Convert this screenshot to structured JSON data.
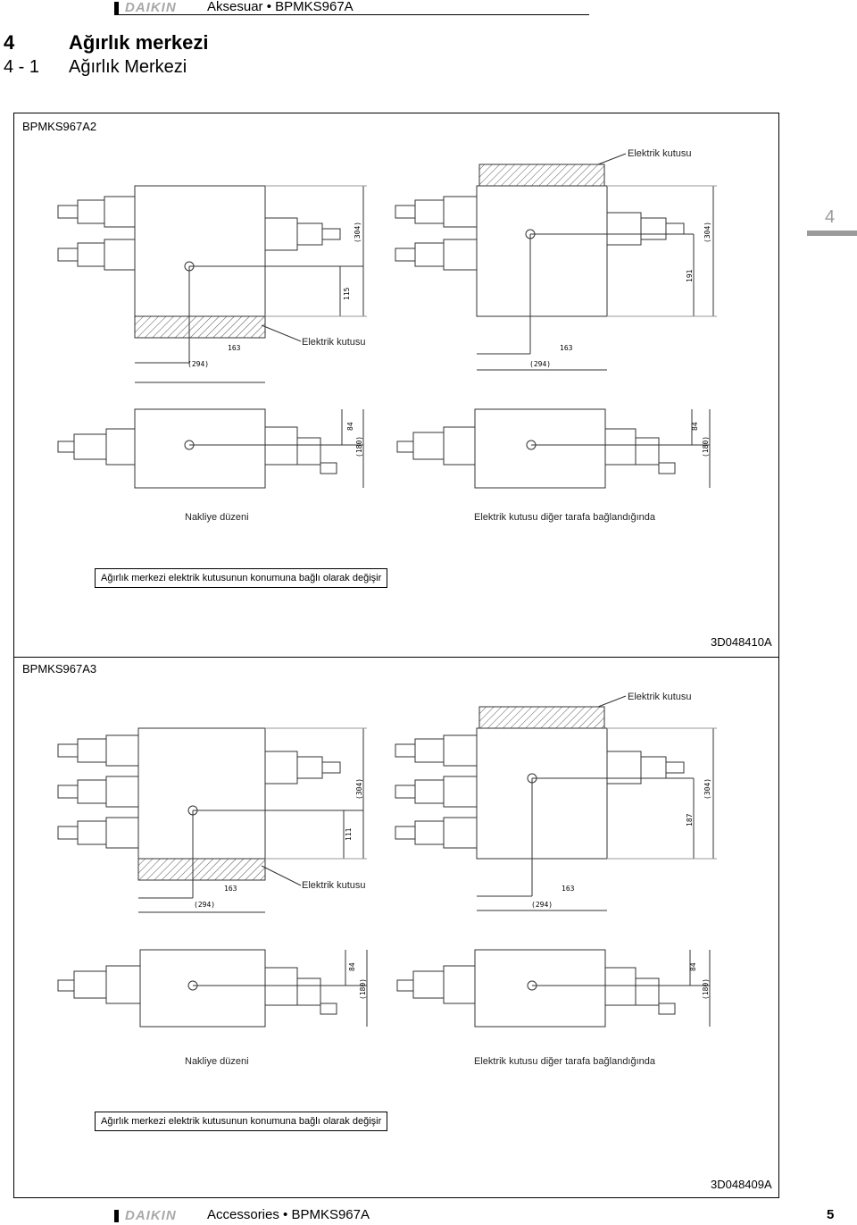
{
  "header": {
    "brand": "DAIKIN",
    "title": "Aksesuar • BPMKS967A"
  },
  "section": {
    "number": "4",
    "title": "Ağırlık merkezi",
    "sub_number": "4 - 1",
    "sub_title": "Ağırlık Merkezi"
  },
  "side_tab": {
    "chapter": "4"
  },
  "panels": [
    {
      "title": "BPMKS967A2",
      "labels": {
        "elektrik_kutusu_top": "Elektrik kutusu",
        "elektrik_kutusu_left": "Elektrik kutusu",
        "nakliye": "Nakliye düzeni",
        "other_side": "Elektrik kutusu diğer tarafa bağlandığında",
        "note": "Ağırlık merkezi elektrik kutusunun konumuna bağlı olarak değişir"
      },
      "dims": {
        "left_w_inner": "163",
        "left_w_outer": "(294)",
        "left_h_outer": "(304)",
        "left_h_inner": "115",
        "right_w_inner": "163",
        "right_w_outer": "(294)",
        "right_h_outer": "(304)",
        "right_h_inner": "191",
        "side_left_a": "84",
        "side_left_b": "(180)",
        "side_right_a": "84",
        "side_right_b": "(180)"
      },
      "code": "3D048410A"
    },
    {
      "title": "BPMKS967A3",
      "labels": {
        "elektrik_kutusu_top": "Elektrik kutusu",
        "elektrik_kutusu_left": "Elektrik kutusu",
        "nakliye": "Nakliye düzeni",
        "other_side": "Elektrik kutusu diğer tarafa bağlandığında",
        "note": "Ağırlık merkezi elektrik kutusunun konumuna bağlı olarak değişir"
      },
      "dims": {
        "left_w_inner": "163",
        "left_w_outer": "(294)",
        "left_h_outer": "(304)",
        "left_h_inner": "111",
        "right_w_inner": "163",
        "right_w_outer": "(294)",
        "right_h_outer": "(304)",
        "right_h_inner": "187",
        "side_left_a": "84",
        "side_left_b": "(180)",
        "side_right_a": "84",
        "side_right_b": "(180)"
      },
      "code": "3D048409A"
    }
  ],
  "footer": {
    "brand": "DAIKIN",
    "title": "Accessories • BPMKS967A",
    "page": "5"
  },
  "colors": {
    "chapter_tab": "#9a9a9a",
    "logo": "#a9a9a9"
  }
}
